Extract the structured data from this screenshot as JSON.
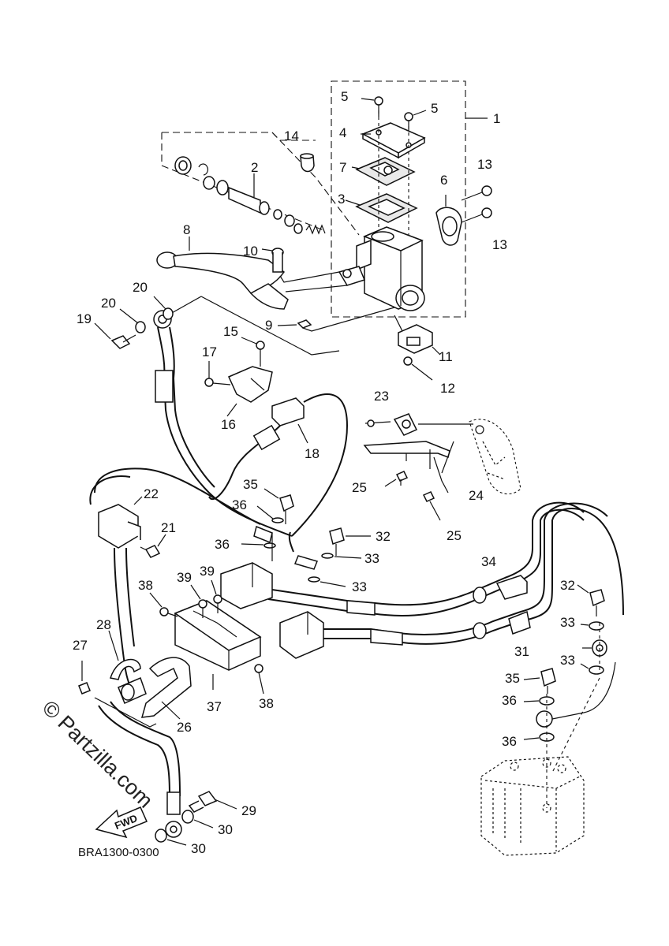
{
  "diagram": {
    "labels": {
      "p1": "1",
      "p2": "2",
      "p3": "3",
      "p4": "4",
      "p5a": "5",
      "p5b": "5",
      "p6": "6",
      "p7": "7",
      "p8": "8",
      "p9": "9",
      "p10": "10",
      "p11": "11",
      "p12": "12",
      "p13a": "13",
      "p13b": "13",
      "p14": "14",
      "p15": "15",
      "p16": "16",
      "p17": "17",
      "p18": "18",
      "p19": "19",
      "p20a": "20",
      "p20b": "20",
      "p21": "21",
      "p22": "22",
      "p23": "23",
      "p24": "24",
      "p25a": "25",
      "p25b": "25",
      "p26": "26",
      "p27": "27",
      "p28": "28",
      "p29": "29",
      "p30a": "30",
      "p30b": "30",
      "p31": "31",
      "p32a": "32",
      "p32b": "32",
      "p33a": "33",
      "p33b": "33",
      "p33c": "33",
      "p33d": "33",
      "p34": "34",
      "p35a": "35",
      "p35b": "35",
      "p36a": "36",
      "p36b": "36",
      "p36c": "36",
      "p36d": "36",
      "p37": "37",
      "p38a": "38",
      "p38b": "38",
      "p39a": "39",
      "p39b": "39"
    },
    "diagram_code": "BRA1300-0300",
    "watermark": "© Partzilla.com",
    "fwd_label": "FWD"
  }
}
